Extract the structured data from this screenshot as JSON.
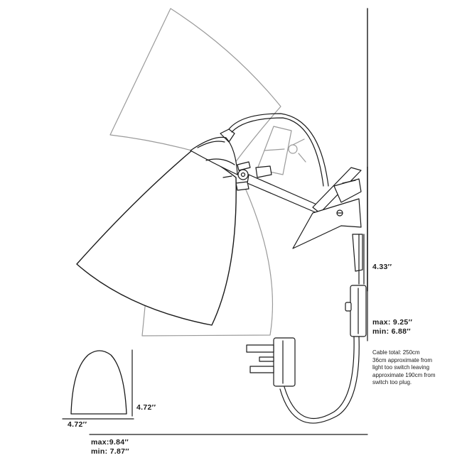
{
  "dimensions": {
    "arm_height": "4.33′′",
    "reach_max": "max: 9.25′′",
    "reach_min": "min:  6.88′′",
    "shade_width": "4.72′′",
    "shade_height": "4.72′′",
    "total_max": "max:9.84′′",
    "total_min": "min: 7.87′′"
  },
  "cable_note": [
    "Cable total: 250cm",
    "36cm approximate from",
    "light too switch leaving",
    "approximate 190cm from",
    "switch too plug."
  ],
  "colors": {
    "line": "#1a1a1a",
    "ghost": "#9a9a9a"
  }
}
